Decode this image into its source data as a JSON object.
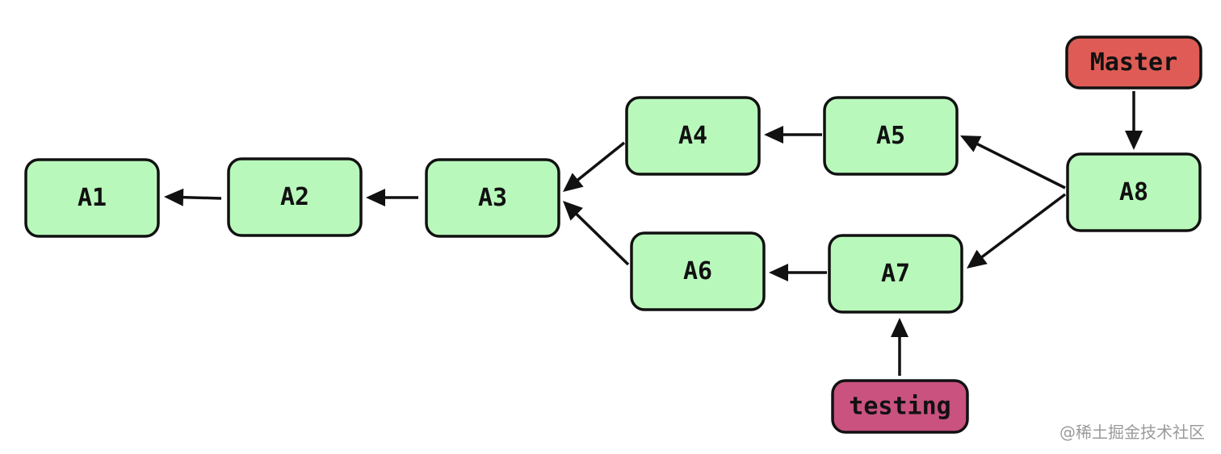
{
  "colors": {
    "commit_fill": "#b9f8bb",
    "master_fill": "#de5c55",
    "testing_fill": "#c9527f",
    "stroke": "#111111"
  },
  "commits": [
    {
      "id": "A1",
      "label": "A1"
    },
    {
      "id": "A2",
      "label": "A2"
    },
    {
      "id": "A3",
      "label": "A3"
    },
    {
      "id": "A4",
      "label": "A4"
    },
    {
      "id": "A5",
      "label": "A5"
    },
    {
      "id": "A6",
      "label": "A6"
    },
    {
      "id": "A7",
      "label": "A7"
    },
    {
      "id": "A8",
      "label": "A8"
    }
  ],
  "branches": [
    {
      "id": "master",
      "label": "Master",
      "points_to": "A8"
    },
    {
      "id": "testing",
      "label": "testing",
      "points_to": "A7"
    }
  ],
  "edges": [
    {
      "from": "A2",
      "to": "A1"
    },
    {
      "from": "A3",
      "to": "A2"
    },
    {
      "from": "A4",
      "to": "A3"
    },
    {
      "from": "A6",
      "to": "A3"
    },
    {
      "from": "A5",
      "to": "A4"
    },
    {
      "from": "A7",
      "to": "A6"
    },
    {
      "from": "A8",
      "to": "A5"
    },
    {
      "from": "A8",
      "to": "A7"
    },
    {
      "from": "master",
      "to": "A8"
    },
    {
      "from": "testing",
      "to": "A7"
    }
  ],
  "watermark": "@稀土掘金技术社区"
}
